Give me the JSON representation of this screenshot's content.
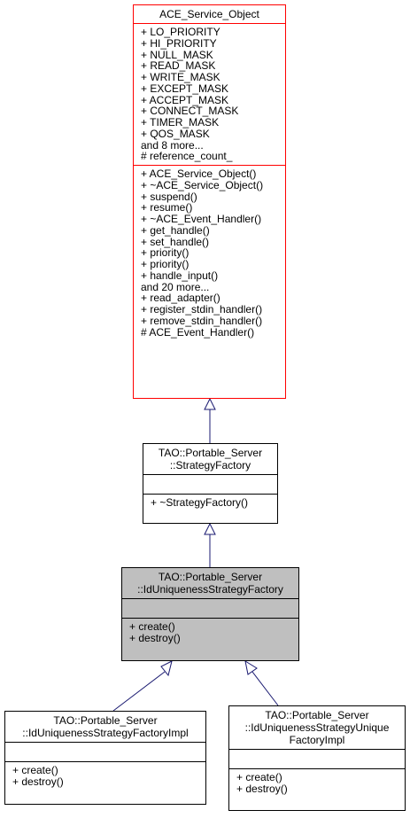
{
  "diagram": {
    "ace_service_object": {
      "title": [
        "ACE_Service_Object"
      ],
      "attributes": [
        "+ LO_PRIORITY",
        "+ HI_PRIORITY",
        "+ NULL_MASK",
        "+ READ_MASK",
        "+ WRITE_MASK",
        "+ EXCEPT_MASK",
        "+ ACCEPT_MASK",
        "+ CONNECT_MASK",
        "+ TIMER_MASK",
        "+ QOS_MASK",
        "and 8 more...",
        "# reference_count_"
      ],
      "methods": [
        "+ ACE_Service_Object()",
        "+ ~ACE_Service_Object()",
        "+ suspend()",
        "+ resume()",
        "+ ~ACE_Event_Handler()",
        "+ get_handle()",
        "+ set_handle()",
        "+ priority()",
        "+ priority()",
        "+ handle_input()",
        "and 20 more...",
        "+ read_adapter()",
        "+ register_stdin_handler()",
        "+ remove_stdin_handler()",
        "# ACE_Event_Handler()"
      ]
    },
    "strategy_factory": {
      "title": [
        "TAO::Portable_Server",
        "::StrategyFactory"
      ],
      "attributes": [],
      "methods": [
        "+ ~StrategyFactory()"
      ]
    },
    "id_uniqueness_strategy_factory": {
      "title": [
        "TAO::Portable_Server",
        "::IdUniquenessStrategyFactory"
      ],
      "attributes": [],
      "methods": [
        "+ create()",
        "+ destroy()"
      ]
    },
    "id_uniqueness_strategy_factory_impl": {
      "title": [
        "TAO::Portable_Server",
        "::IdUniquenessStrategyFactoryImpl"
      ],
      "attributes": [],
      "methods": [
        "+ create()",
        "+ destroy()"
      ]
    },
    "id_uniqueness_strategy_unique_factory_impl": {
      "title": [
        "TAO::Portable_Server",
        "::IdUniquenessStrategyUnique",
        "FactoryImpl"
      ],
      "attributes": [],
      "methods": [
        "+ create()",
        "+ destroy()"
      ]
    },
    "colors": {
      "edge": "#191970",
      "highlight_border": "#ff0000",
      "current_fill": "#bfbfbf"
    }
  }
}
